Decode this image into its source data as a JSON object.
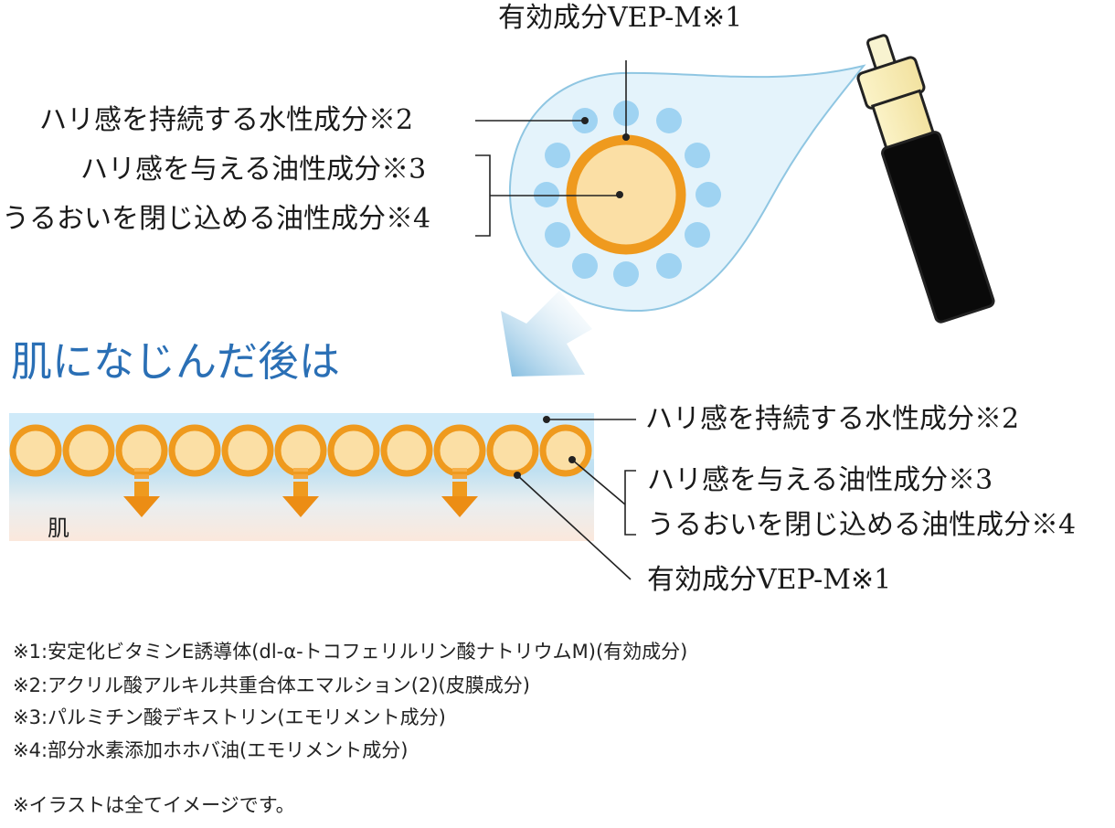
{
  "top": {
    "label_active": "有効成分VEP-M※1",
    "label_water": "ハリ感を持続する水性成分※2",
    "label_oil1": "ハリ感を与える油性成分※3",
    "label_oil2": "うるおいを閉じ込める油性成分※4"
  },
  "heading": "肌になじんだ後は",
  "skin": {
    "skin_label": "肌",
    "label_water": "ハリ感を持続する水性成分※2",
    "label_oil1": "ハリ感を与える油性成分※3",
    "label_oil2": "うるおいを閉じ込める油性成分※4",
    "label_active": "有効成分VEP-M※1"
  },
  "footnotes": [
    "※1:安定化ビタミンE誘導体(dl-α-トコフェリルリン酸ナトリウムM)(有効成分)",
    "※2:アクリル酸アルキル共重合体エマルション(2)(皮膜成分)",
    "※3:パルミチン酸デキストリン(エモリメント成分)",
    "※4:部分水素添加ホホバ油(エモリメント成分)"
  ],
  "disclaimer": "※イラストは全てイメージです。",
  "colors": {
    "orange": "#ef9a1e",
    "cream": "#fbdfa5",
    "water_dot": "#9fd3f2",
    "drop_fill": "#e4f3fb",
    "drop_stroke": "#8fc6e2",
    "title_blue": "#2a6fb5"
  },
  "icons": [
    "pump-bottle-icon",
    "down-arrow-icon"
  ]
}
